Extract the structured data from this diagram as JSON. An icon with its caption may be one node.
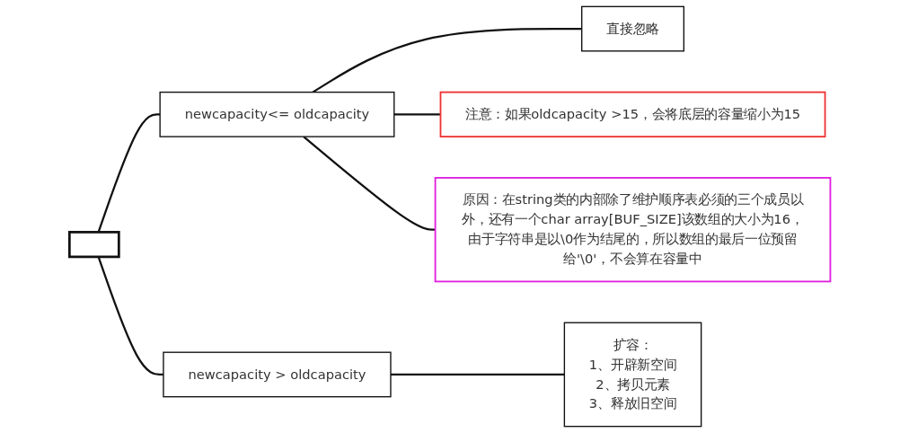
{
  "diagram": {
    "nodes": [
      {
        "text": [],
        "shape": "bar"
      },
      {
        "text": [
          "newcapacity<= oldcapacity"
        ]
      },
      {
        "text": [
          "直接忽略"
        ]
      },
      {
        "text": [
          "注意：如果oldcapacity >15，会将底层的容量缩小为15"
        ]
      },
      {
        "text": [
          "原因：在string类的内部除了维护顺序表必须的三个成员以外，还有一个char array[BUF_SIZE]该数组的大小为16，由于字符串是以\\0作为结尾的，所以数组的最后一位预留给'\\0'，不会算在容量中"
        ]
      },
      {
        "text": [
          "newcapacity > oldcapacity"
        ]
      },
      {
        "text": [
          "扩容：",
          "1、开辟新空间",
          "2、拷贝元素",
          "3、释放旧空间"
        ]
      }
    ],
    "edges": [
      {
        "from": 0,
        "to": 1,
        "arrow": "none"
      },
      {
        "from": 0,
        "to": 5,
        "arrow": "none"
      },
      {
        "from": 1,
        "to": 2,
        "arrow": "none"
      },
      {
        "from": 1,
        "to": 3,
        "arrow": "none"
      },
      {
        "from": 1,
        "to": 4,
        "arrow": "none"
      },
      {
        "from": 5,
        "to": 6,
        "arrow": "none"
      }
    ]
  }
}
